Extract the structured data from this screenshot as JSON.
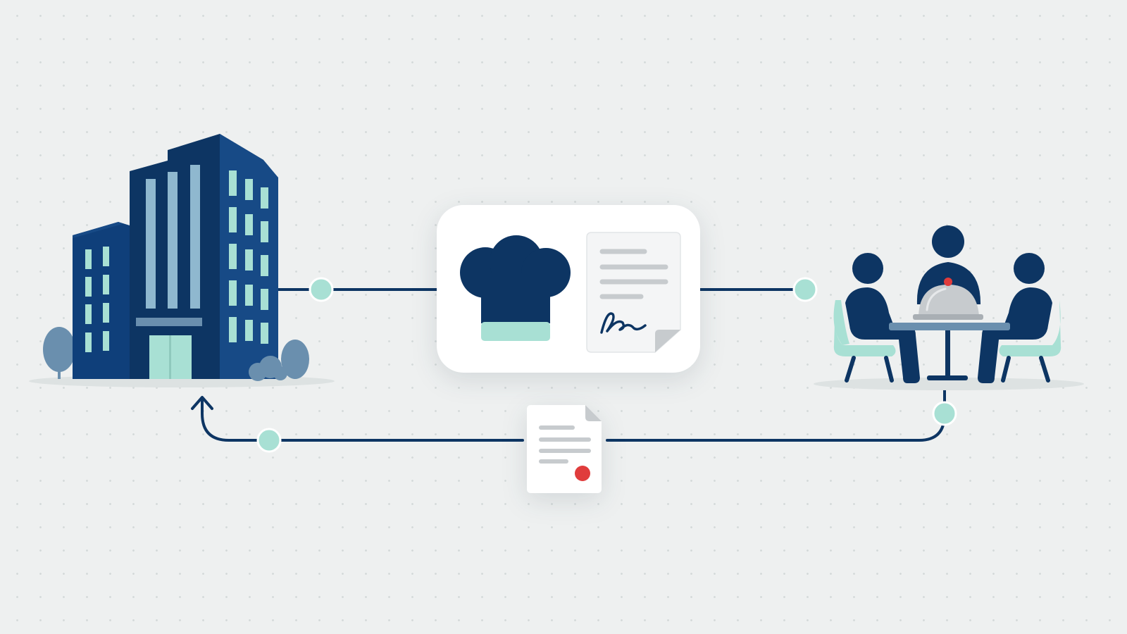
{
  "colors": {
    "background": "#eef0f0",
    "navy": "#0d3563",
    "navy_mid": "#174a86",
    "mint": "#a8e0d4",
    "gray": "#c7cbce",
    "red": "#e03c3c",
    "white": "#ffffff"
  },
  "diagram": {
    "nodes": [
      {
        "id": "hotel-building",
        "icon": "office-building-icon"
      },
      {
        "id": "chef-contract-card",
        "icon": "chef-hat-icon",
        "secondary_icon": "signed-contract-icon"
      },
      {
        "id": "diners-at-table",
        "icon": "diners-table-icon"
      },
      {
        "id": "invoice-document",
        "icon": "invoice-document-icon"
      }
    ],
    "edges": [
      {
        "from": "hotel-building",
        "to": "chef-contract-card"
      },
      {
        "from": "chef-contract-card",
        "to": "diners-at-table"
      },
      {
        "from": "diners-at-table",
        "to": "invoice-document"
      },
      {
        "from": "invoice-document",
        "to": "hotel-building",
        "arrow": true
      }
    ]
  }
}
